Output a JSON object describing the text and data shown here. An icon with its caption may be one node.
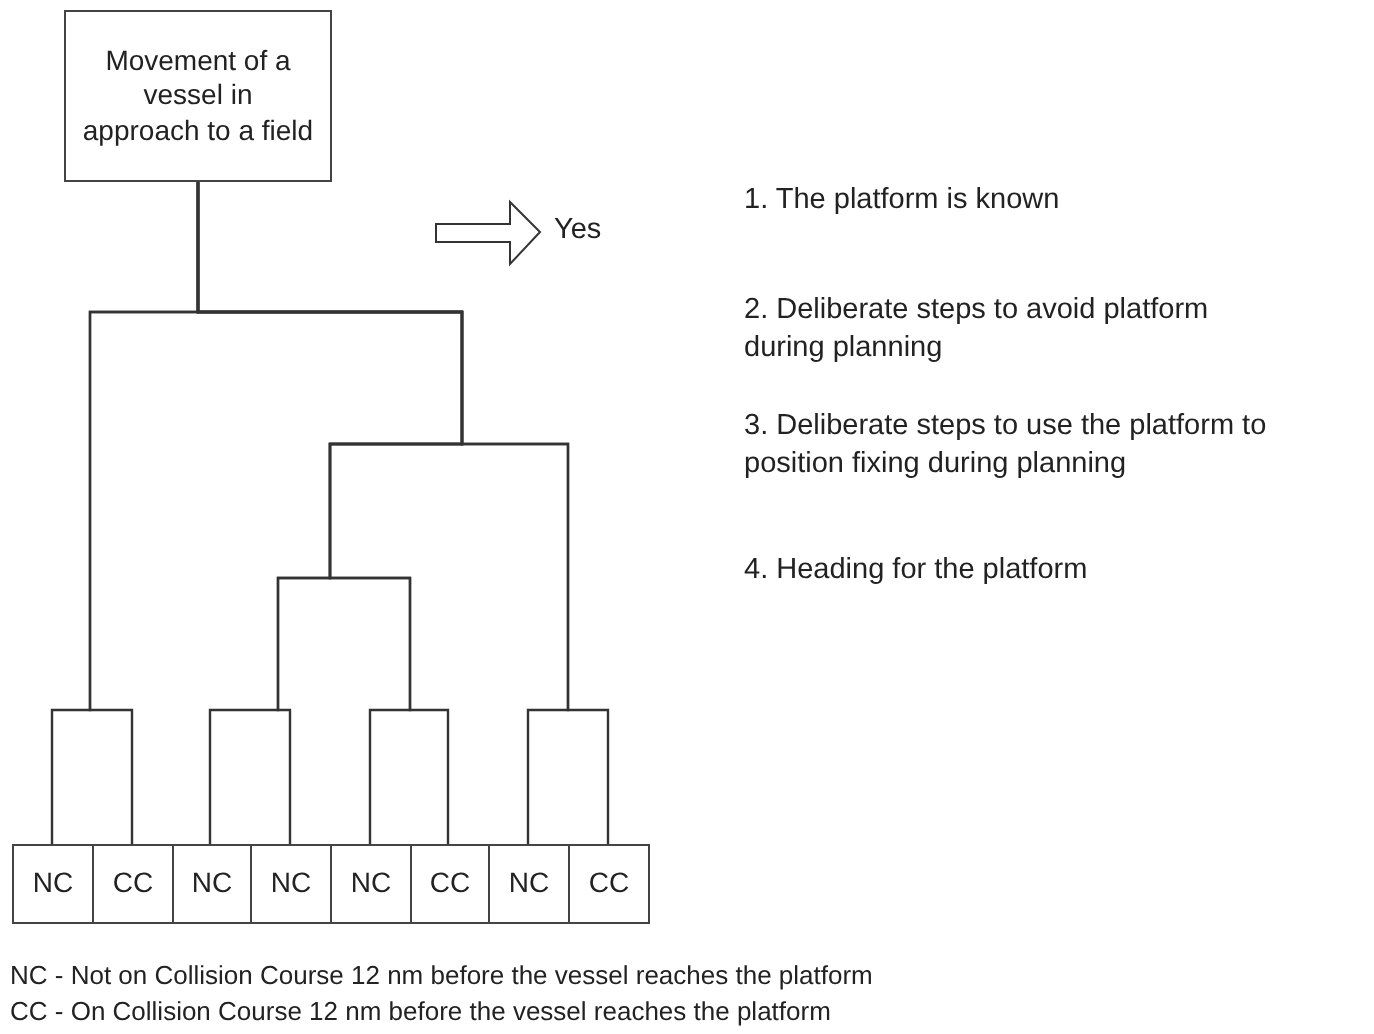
{
  "diagram": {
    "nodes": [
      {
        "text": [
          "Movement of a vessel in approach to a field"
        ]
      },
      {
        "text": [
          "NC"
        ]
      },
      {
        "text": [
          "CC"
        ]
      },
      {
        "text": [
          "NC"
        ]
      },
      {
        "text": [
          "NC"
        ]
      },
      {
        "text": [
          "NC"
        ]
      },
      {
        "text": [
          "CC"
        ]
      },
      {
        "text": [
          "NC"
        ]
      },
      {
        "text": [
          "CC"
        ]
      }
    ],
    "edges": [
      {
        "from": 0,
        "to": 1,
        "arrow": "none"
      },
      {
        "from": 0,
        "to": 2,
        "arrow": "none"
      },
      {
        "from": 0,
        "to": 3,
        "arrow": "none"
      },
      {
        "from": 0,
        "to": 4,
        "arrow": "none"
      },
      {
        "from": 0,
        "to": 5,
        "arrow": "none"
      },
      {
        "from": 0,
        "to": 6,
        "arrow": "none"
      },
      {
        "from": 0,
        "to": 7,
        "arrow": "none"
      },
      {
        "from": 0,
        "to": 8,
        "arrow": "none"
      }
    ],
    "labels": [
      "Yes",
      "1. The platform is known",
      "2. Deliberate steps to avoid platform during planning",
      "3. Deliberate steps to use the platform to position fixing during planning",
      "4. Heading for the platform",
      "NC - Not on Collision Course 12 nm before the vessel reaches the platform",
      "CC - On Collision Course 12 nm before the vessel reaches the platform"
    ]
  }
}
